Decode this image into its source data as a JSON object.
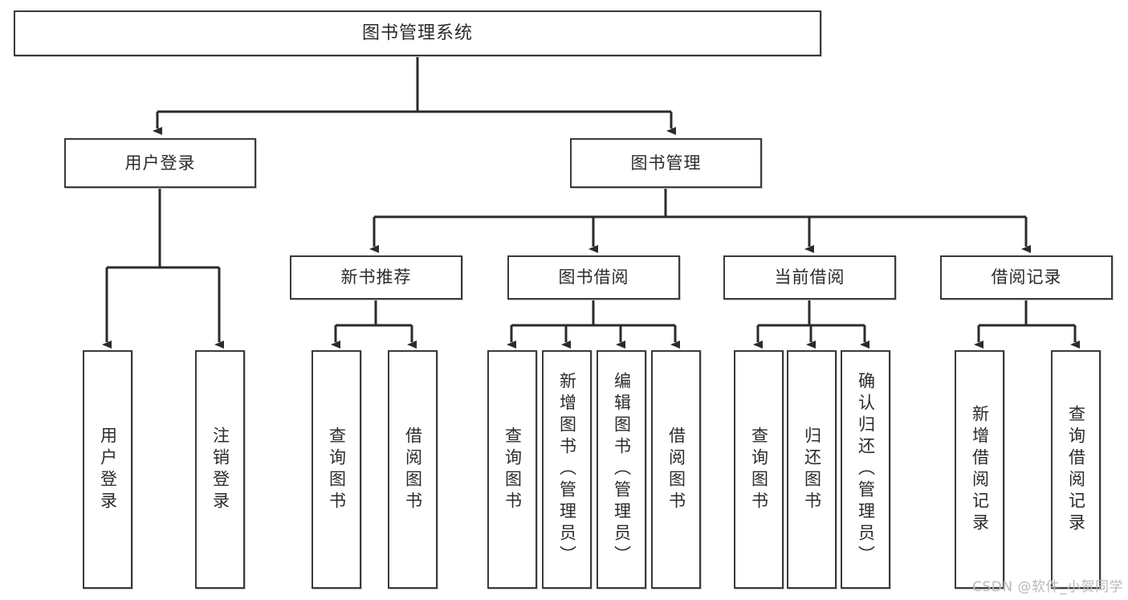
{
  "diagram": {
    "type": "tree",
    "title": "图书管理系统",
    "root": {
      "label": "图书管理系统"
    },
    "level2": [
      {
        "label": "用户登录"
      },
      {
        "label": "图书管理"
      }
    ],
    "level3": [
      {
        "label": "新书推荐"
      },
      {
        "label": "图书借阅"
      },
      {
        "label": "当前借阅"
      },
      {
        "label": "借阅记录"
      }
    ],
    "leaves": {
      "user_login": [
        {
          "label": "用户登录"
        },
        {
          "label": "注销登录"
        }
      ],
      "new_book_recommend": [
        {
          "label": "查询图书"
        },
        {
          "label": "借阅图书"
        }
      ],
      "book_borrow": [
        {
          "label": "查询图书"
        },
        {
          "label": "新增图书（管理员）"
        },
        {
          "label": "编辑图书（管理员）"
        },
        {
          "label": "借阅图书"
        }
      ],
      "current_borrow": [
        {
          "label": "查询图书"
        },
        {
          "label": "归还图书"
        },
        {
          "label": "确认归还（管理员）"
        }
      ],
      "borrow_record": [
        {
          "label": "新增借阅记录"
        },
        {
          "label": "查询借阅记录"
        }
      ]
    },
    "colors": {
      "box_border": "#3a3a3a",
      "box_fill": "#ffffff",
      "line": "#2b2b2b",
      "text": "#2b2b2b",
      "watermark": "#b9b9b9"
    }
  },
  "watermark": {
    "text": "CSDN @软件_小贺同学"
  }
}
